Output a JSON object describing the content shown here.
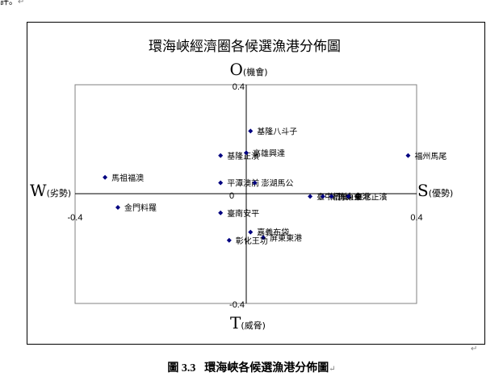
{
  "page": {
    "top_fragment": "評。",
    "para_mark": "↵",
    "caption_number": "圖 3.3",
    "caption_text": "環海峽各候選漁港分佈圖"
  },
  "chart_data": {
    "type": "scatter",
    "title": "環海峽經濟圈各候選漁港分佈圖",
    "axis_labels": {
      "top": "O",
      "top_note": "(機會)",
      "bottom": "T",
      "bottom_note": "(威脅)",
      "left": "W",
      "left_note": "(劣勢)",
      "right": "S",
      "right_note": "(優勢)"
    },
    "xlim": [
      -0.4,
      0.4
    ],
    "ylim": [
      -0.4,
      0.4
    ],
    "x_ticks": [
      "-0.4",
      "0",
      "0.4"
    ],
    "y_ticks": [
      "0.4",
      "-0.4"
    ],
    "marker_color": "#000080",
    "points": [
      {
        "label": "基隆八斗子",
        "x": 0.01,
        "y": 0.23
      },
      {
        "label": "基隆正濱",
        "x": -0.06,
        "y": 0.14
      },
      {
        "label": "高雄興達",
        "x": 0.0,
        "y": 0.15
      },
      {
        "label": "福州馬尾",
        "x": 0.38,
        "y": 0.14
      },
      {
        "label": "馬祖福澳",
        "x": -0.33,
        "y": 0.06
      },
      {
        "label": "平潭澳前",
        "x": -0.06,
        "y": 0.04
      },
      {
        "label": "澎湖馬公",
        "x": 0.02,
        "y": 0.04
      },
      {
        "label": "臺中梧棲",
        "x": 0.15,
        "y": -0.01
      },
      {
        "label": "新竹南寮",
        "x": 0.18,
        "y": -0.01
      },
      {
        "label": "屏東東港",
        "x": 0.2,
        "y": -0.01
      },
      {
        "label": "臺北正濱",
        "x": 0.24,
        "y": -0.01
      },
      {
        "label": "金門料羅",
        "x": -0.3,
        "y": -0.05
      },
      {
        "label": "臺南安平",
        "x": -0.06,
        "y": -0.07
      },
      {
        "label": "嘉義布袋",
        "x": 0.01,
        "y": -0.14
      },
      {
        "label": "屏東東港",
        "x": 0.04,
        "y": -0.16
      },
      {
        "label": "彰化王功",
        "x": -0.04,
        "y": -0.17
      }
    ],
    "grid": false,
    "legend": "none"
  }
}
